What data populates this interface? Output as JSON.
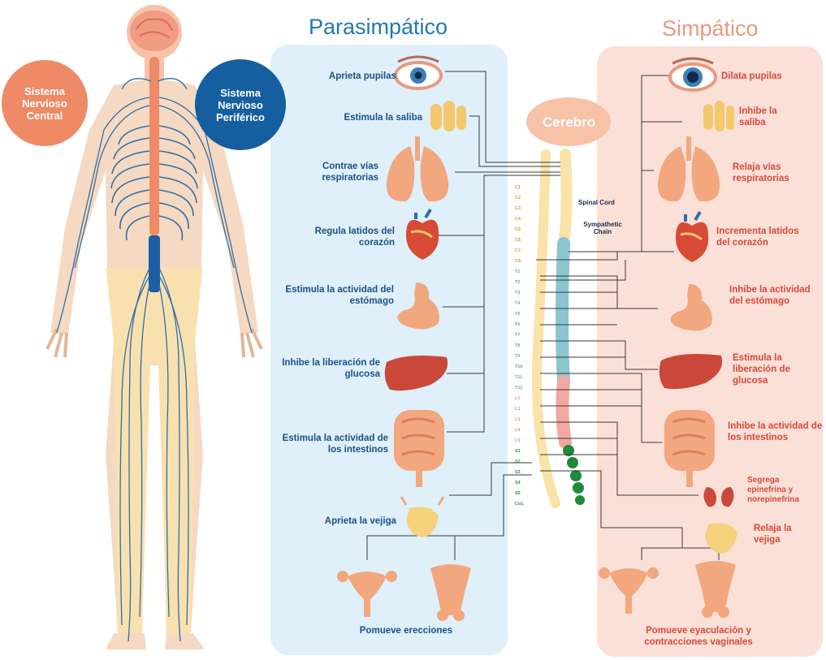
{
  "titles": {
    "parasympathetic": "Parasimpático",
    "sympathetic": "Simpático"
  },
  "circles": {
    "central": "Sistema Nervioso Central",
    "peripheral": "Sistema Nervioso Periférico"
  },
  "cerebro": "Cerebro",
  "spinal_cord_label": "Spinal Cord",
  "sympathetic_chain_label": "Sympathetic Chain",
  "parasympathetic_labels": [
    "Aprieta pupilas",
    "Estimula la saliba",
    "Contrae vías respiratorias",
    "Regula latidos del corazón",
    "Estimula la actividad del estómago",
    "Inhibe la liberación de glucosa",
    "Estimula la actividad de los intestinos",
    "Aprieta la vejiga",
    "Pomueve erecciones"
  ],
  "sympathetic_labels": [
    "Dilata pupilas",
    "Inhibe la saliba",
    "Relaja vías respiratorias",
    "Incrementa latidos del corazón",
    "Inhibe la actividad del estómago",
    "Estimula la liberación de glucosa",
    "Inhibe la actividad de los intestinos",
    "Segrega epinefrina y norepinefrina",
    "Relaja la vejiga",
    "Pomueve eyaculación y contracciones vaginales"
  ],
  "vertebrae": [
    "C1",
    "C2",
    "C3",
    "C4",
    "C5",
    "C6",
    "C7",
    "C8",
    "T1",
    "T2",
    "T3",
    "T4",
    "T5",
    "T6",
    "T7",
    "T8",
    "T9",
    "T10",
    "T11",
    "T12",
    "L1",
    "L2",
    "L3",
    "L4",
    "L5",
    "S1",
    "S2",
    "S3",
    "S4",
    "S5",
    "Co1"
  ],
  "colors": {
    "para_panel": "#dff0fa",
    "simp_panel": "#fbe0d8",
    "para_text": "#1d4f86",
    "simp_text": "#d9483a",
    "nerve_blue": "#2d6fa6",
    "spine_orange": "#ef8a66",
    "organ_orange": "#f3a77e"
  }
}
